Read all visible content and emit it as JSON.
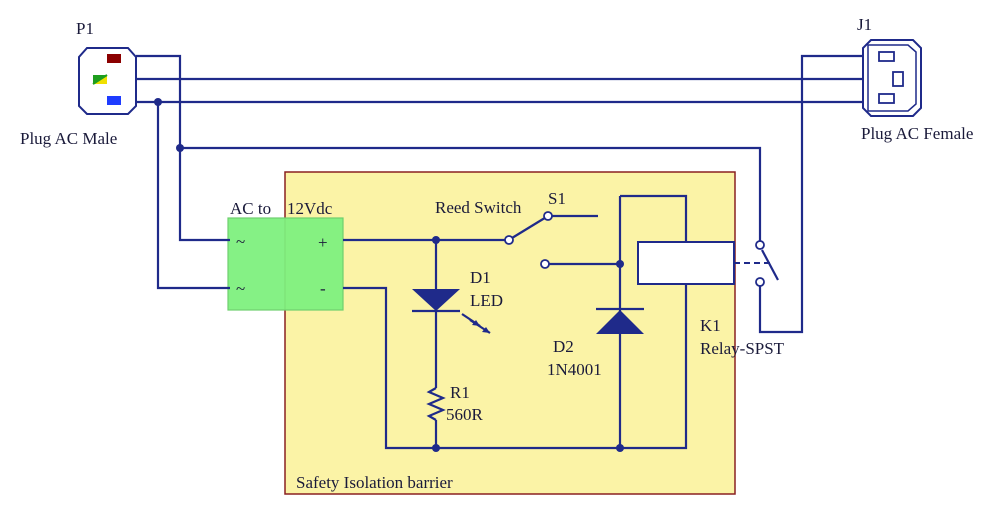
{
  "labels": {
    "p1_ref": "P1",
    "p1_name": "Plug AC Male",
    "j1_ref": "J1",
    "j1_name": "Plug AC Female",
    "psu_left": "AC to",
    "psu_right": "12Vdc",
    "psu_ac1": "~",
    "psu_ac2": "~",
    "psu_plus": "+",
    "psu_minus": "-",
    "reed_name": "Reed Switch",
    "s1_ref": "S1",
    "d1_ref": "D1",
    "d1_type": "LED",
    "r1_ref": "R1",
    "r1_value": "560R",
    "d2_ref": "D2",
    "d2_type": "1N4001",
    "k1_ref": "K1",
    "k1_type": "Relay-SPST",
    "barrier": "Safety Isolation barrier"
  },
  "colors": {
    "wire": "#1f2a8a",
    "barrier_fill": "#fbf3a6",
    "barrier_border": "#8a2020",
    "psu_fill": "#7ef07e",
    "psu_border": "#6fcf6f",
    "pin_live": "#8b0000",
    "pin_neutral": "#1e3cff",
    "earth_green": "#1e9e1e",
    "earth_yellow": "#f0e000"
  }
}
